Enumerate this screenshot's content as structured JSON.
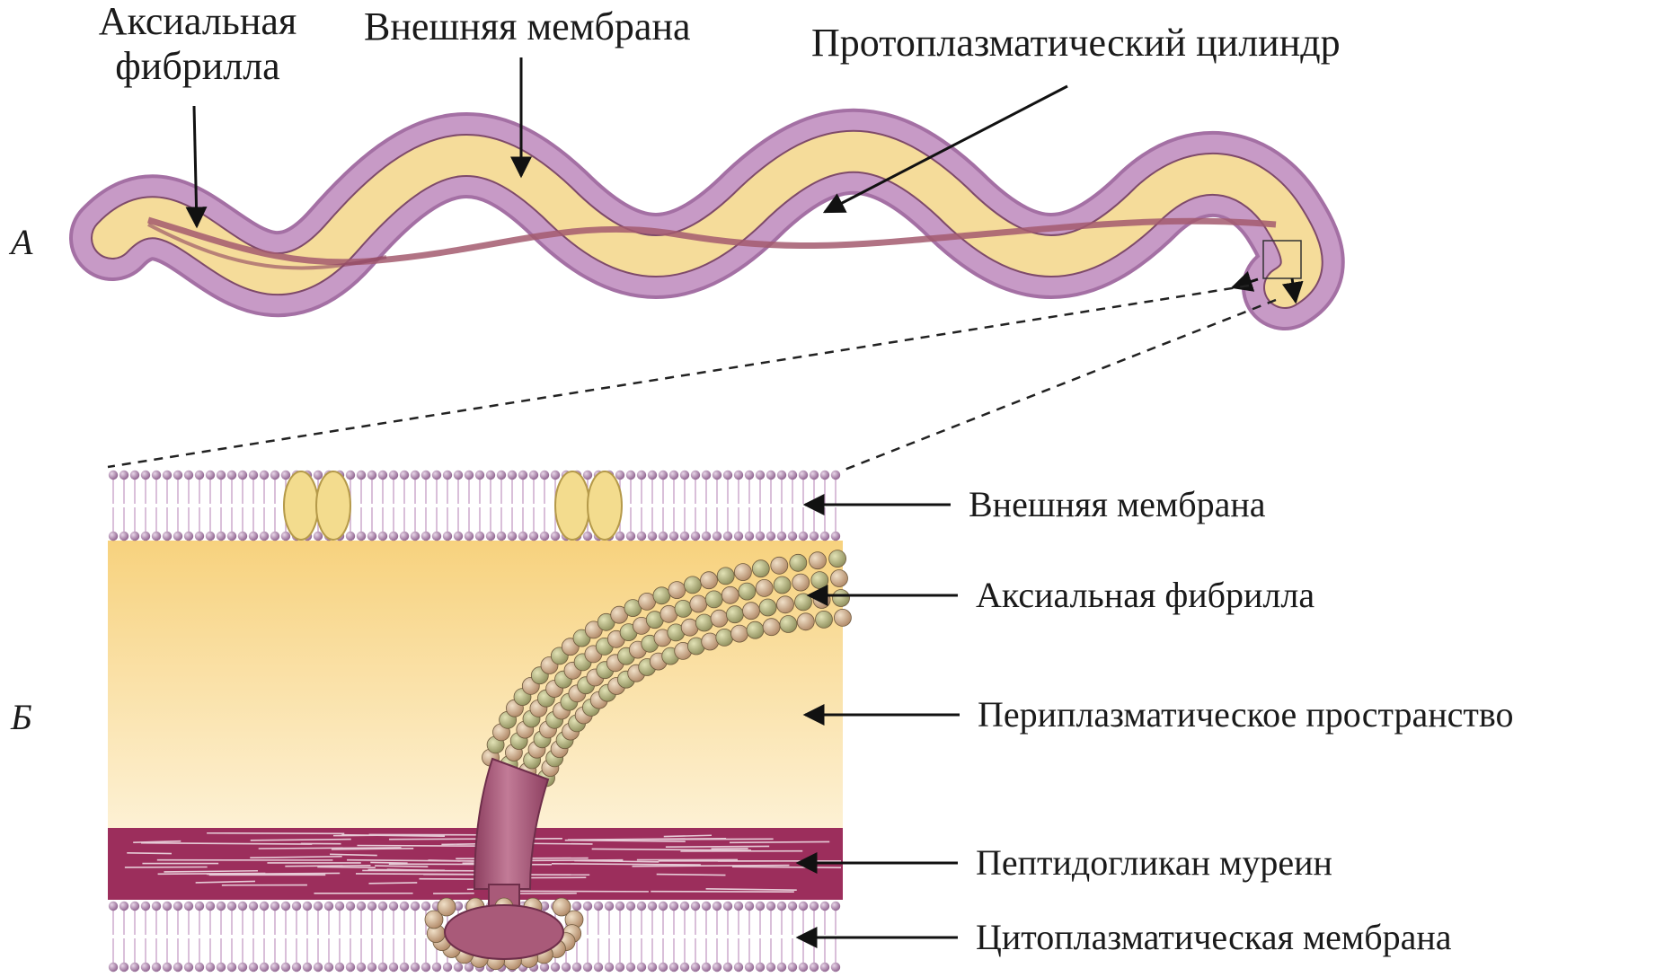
{
  "panel_a": {
    "letter": "А",
    "labels": {
      "axial_fibril_line1": "Аксиальная",
      "axial_fibril_line2": "фибрилла",
      "outer_membrane": "Внешняя мембрана",
      "protoplasmic_cylinder": "Протоплазматический цилиндр"
    }
  },
  "panel_b": {
    "letter": "Б",
    "labels": {
      "outer_membrane": "Внешняя мембрана",
      "axial_fibril": "Аксиальная фибрилла",
      "periplasmic_space": "Периплазматическое пространство",
      "peptidoglycan": "Пептидогликан муреин",
      "cytoplasmic_membrane": "Цитоплазматическая мембрана"
    }
  },
  "colors": {
    "outer_sheath": "#c79ac6",
    "outer_sheath_edge": "#a470a4",
    "cylinder": "#f5dc9a",
    "fibril": "#a35a6e",
    "periplasm_top": "#f7d27e",
    "periplasm_bottom": "#fdf1d4",
    "peptidoglycan": "#9c2e5c",
    "membrane_bead": "#b78cb6",
    "protein": "#f3dc8e",
    "fibril_bead_a": "#c9a884",
    "fibril_bead_b": "#a8a873",
    "motor": "#a95a79"
  }
}
